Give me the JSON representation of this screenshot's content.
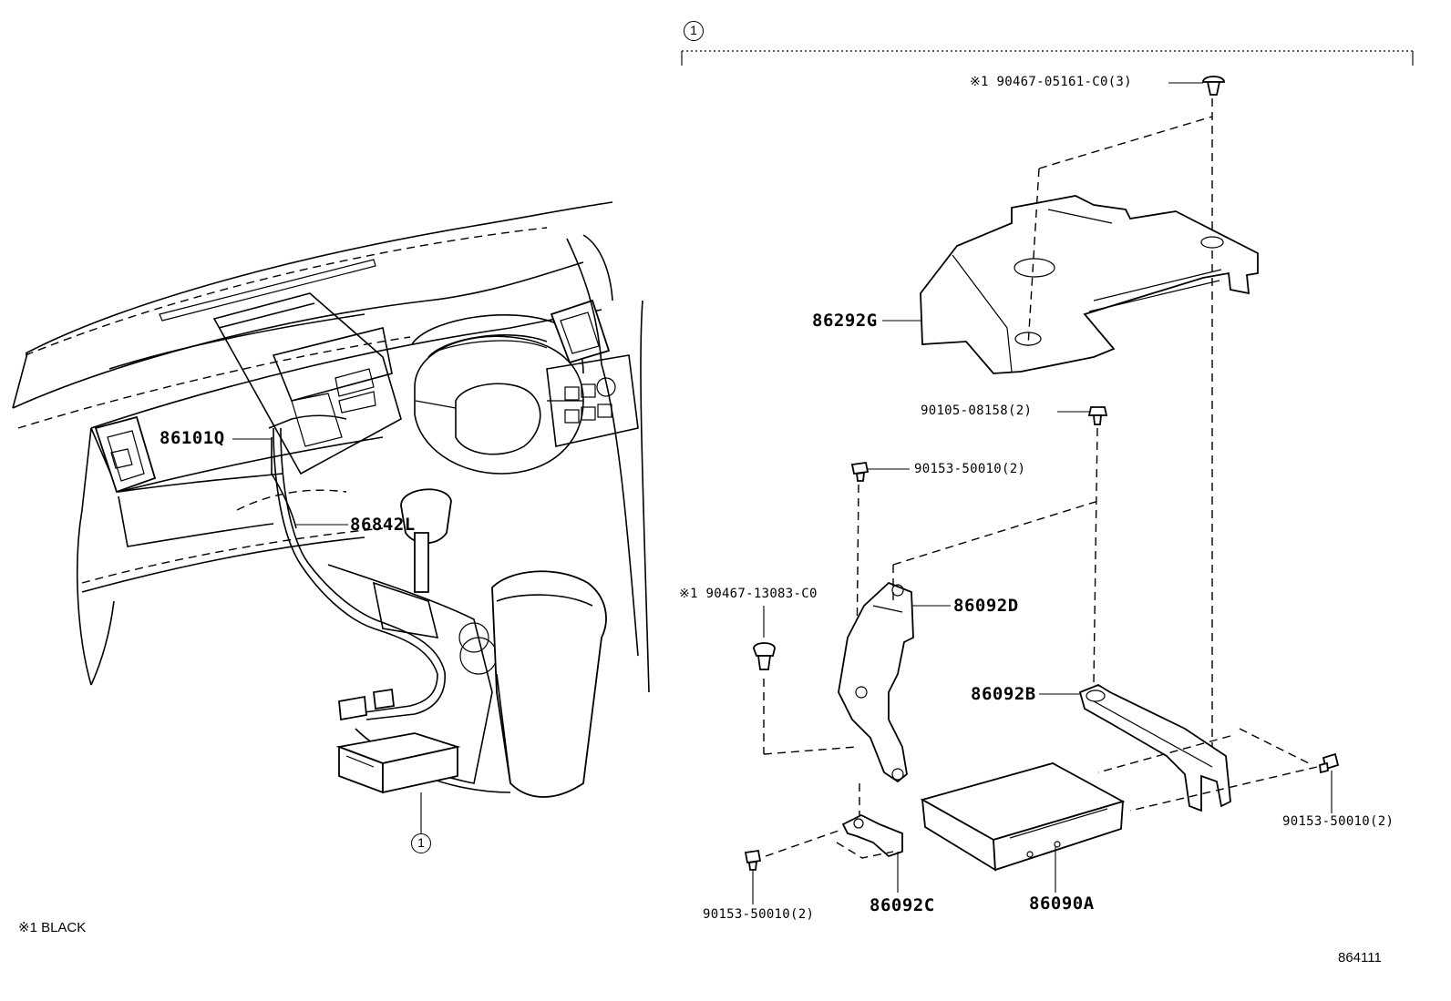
{
  "diagram_id": "864111",
  "legend_note": "※1 BLACK",
  "assembly_marker": "1",
  "assembly_marker_ref": "1",
  "labels": {
    "p86101Q": "86101Q",
    "p86842L": "86842L",
    "p86292G": "86292G",
    "p86092D": "86092D",
    "p86092B": "86092B",
    "p86092C": "86092C",
    "p86090A": "86090A",
    "clip_top": "※1 90467-05161-C0(3)",
    "clip_left": "※1 90467-13083-C0",
    "bolt_90105": "90105-08158(2)",
    "screw_upper": "90153-50010(2)",
    "screw_right": "90153-50010(2)",
    "screw_lower": "90153-50010(2)"
  }
}
